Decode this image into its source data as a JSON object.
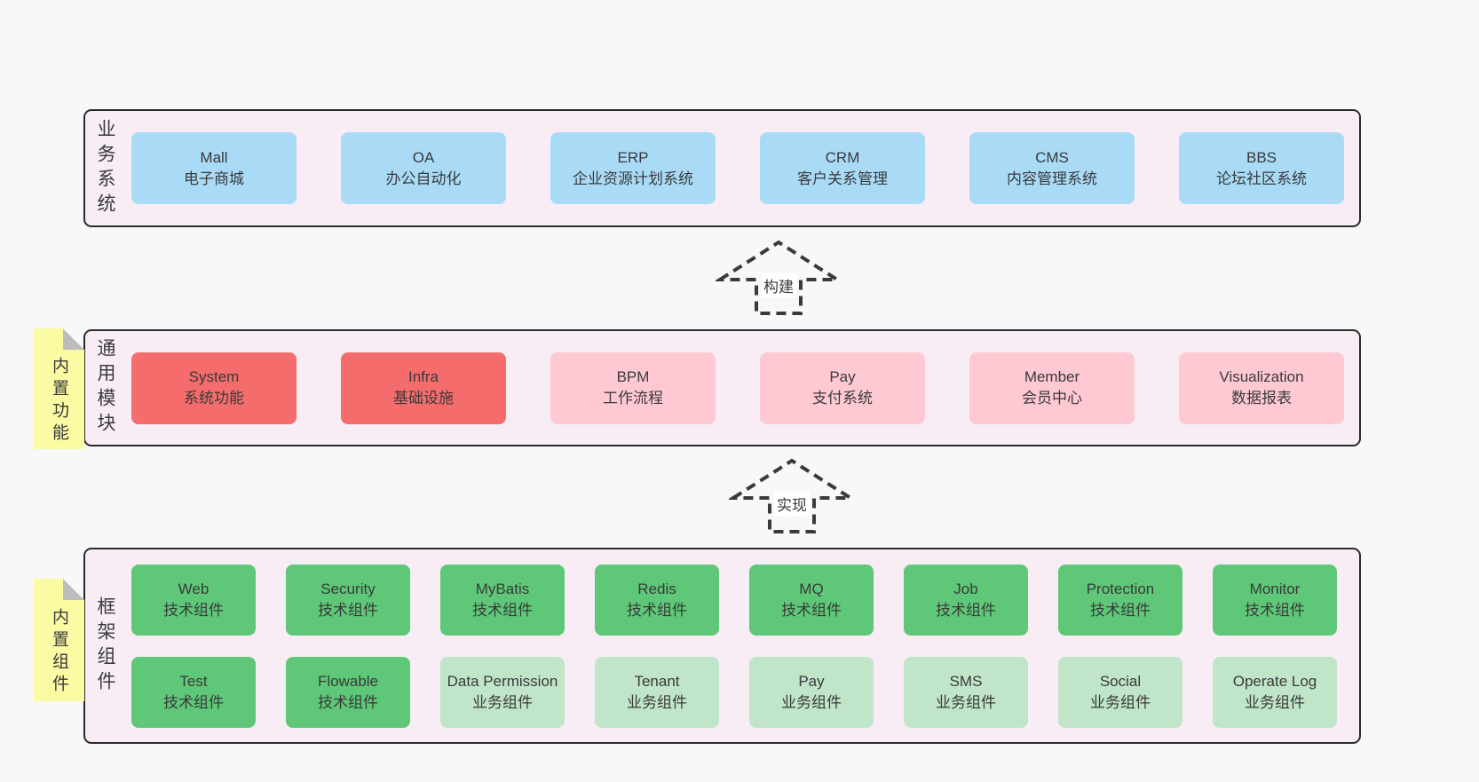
{
  "layers": {
    "business": {
      "label": "业务系统",
      "boxes": [
        {
          "en": "Mall",
          "zh": "电子商城"
        },
        {
          "en": "OA",
          "zh": "办公自动化"
        },
        {
          "en": "ERP",
          "zh": "企业资源计划系统"
        },
        {
          "en": "CRM",
          "zh": "客户关系管理"
        },
        {
          "en": "CMS",
          "zh": "内容管理系统"
        },
        {
          "en": "BBS",
          "zh": "论坛社区系统"
        }
      ]
    },
    "modules": {
      "label": "通用模块",
      "sticky": "内置功能",
      "boxes": [
        {
          "en": "System",
          "zh": "系统功能"
        },
        {
          "en": "Infra",
          "zh": "基础设施"
        },
        {
          "en": "BPM",
          "zh": "工作流程"
        },
        {
          "en": "Pay",
          "zh": "支付系统"
        },
        {
          "en": "Member",
          "zh": "会员中心"
        },
        {
          "en": "Visualization",
          "zh": "数据报表"
        }
      ]
    },
    "components": {
      "label": "框架组件",
      "sticky": "内置组件",
      "row1": [
        {
          "en": "Web",
          "zh": "技术组件"
        },
        {
          "en": "Security",
          "zh": "技术组件"
        },
        {
          "en": "MyBatis",
          "zh": "技术组件"
        },
        {
          "en": "Redis",
          "zh": "技术组件"
        },
        {
          "en": "MQ",
          "zh": "技术组件"
        },
        {
          "en": "Job",
          "zh": "技术组件"
        },
        {
          "en": "Protection",
          "zh": "技术组件"
        },
        {
          "en": "Monitor",
          "zh": "技术组件"
        }
      ],
      "row2": [
        {
          "en": "Test",
          "zh": "技术组件"
        },
        {
          "en": "Flowable",
          "zh": "技术组件"
        },
        {
          "en": "Data Permission",
          "zh": "业务组件"
        },
        {
          "en": "Tenant",
          "zh": "业务组件"
        },
        {
          "en": "Pay",
          "zh": "业务组件"
        },
        {
          "en": "SMS",
          "zh": "业务组件"
        },
        {
          "en": "Social",
          "zh": "业务组件"
        },
        {
          "en": "Operate Log",
          "zh": "业务组件"
        }
      ]
    }
  },
  "arrows": {
    "build": "构建",
    "implement": "实现"
  },
  "colors": {
    "page_bg": "#f8f8f8",
    "panel_bg": "#f8edf5",
    "panel_border": "#2b2b2b",
    "blue": "#a9dbf7",
    "red": "#f56c6c",
    "pink": "#fec9d3",
    "green": "#5ec878",
    "light_green": "#c0e5c9",
    "sticky_yellow": "#fbfba3",
    "sticky_fold": "#bcbcbc",
    "text": "#3a3a3a",
    "arrow_color": "#3a3a3a"
  }
}
